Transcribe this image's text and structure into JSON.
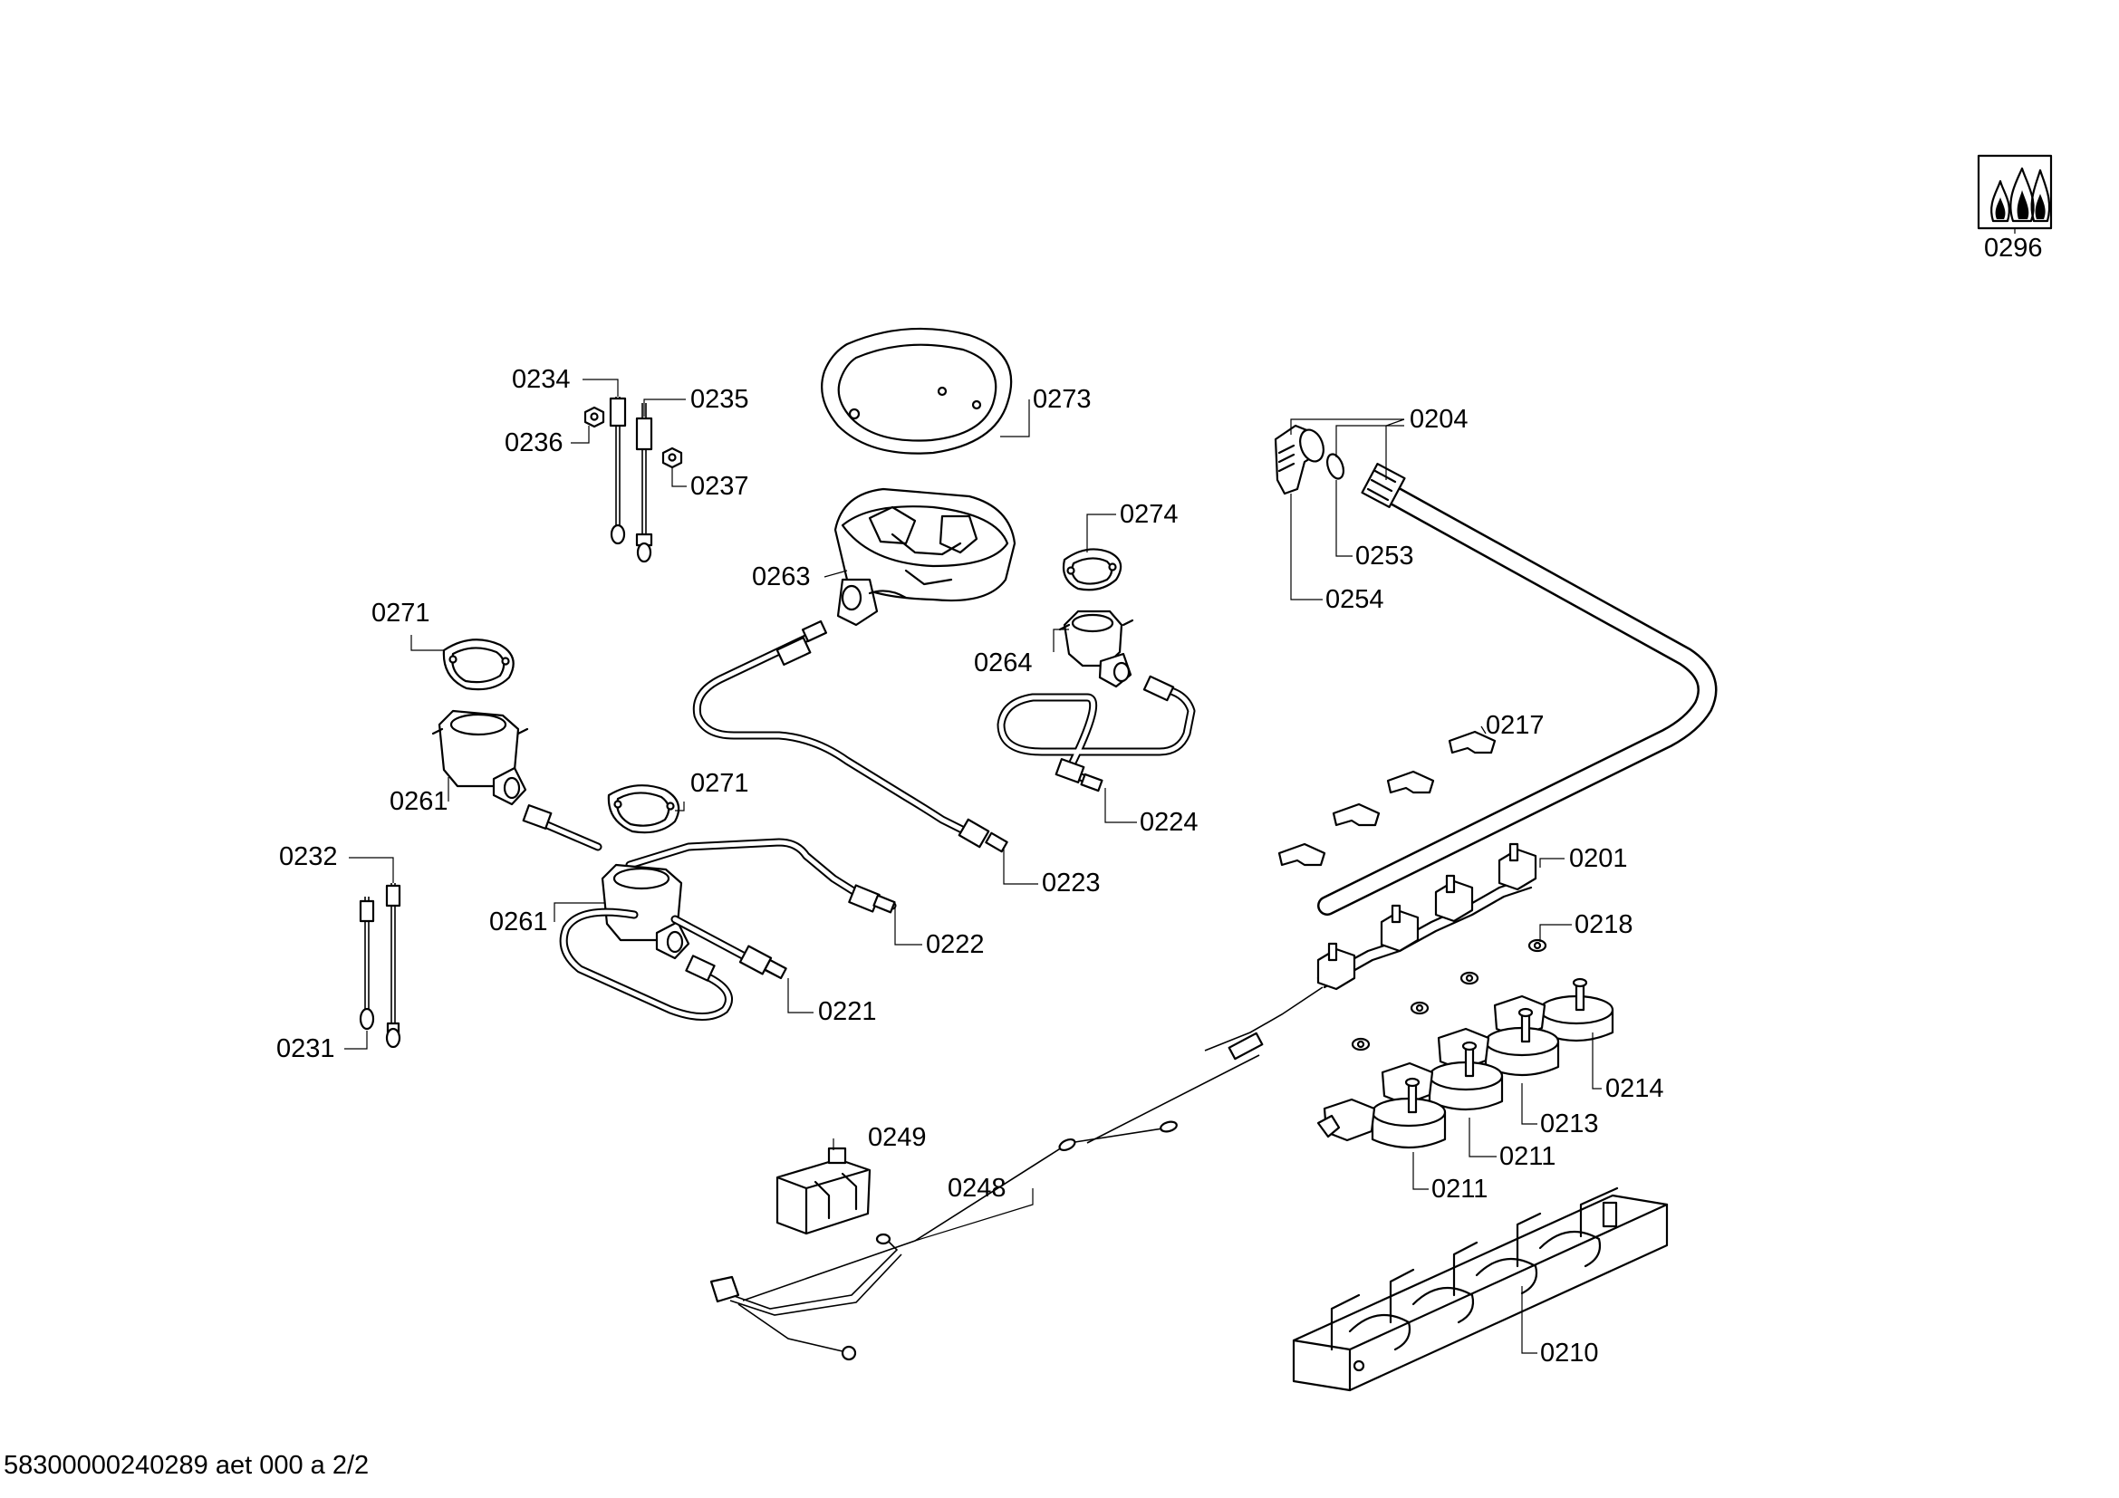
{
  "document_code": "58300000240289 aet 000 a 2/2",
  "parts": {
    "p0296": "0296",
    "p0234": "0234",
    "p0235": "0235",
    "p0236": "0236",
    "p0237": "0237",
    "p0273": "0273",
    "p0204": "0204",
    "p0274": "0274",
    "p0253": "0253",
    "p0263": "0263",
    "p0254": "0254",
    "p0271a": "0271",
    "p0264": "0264",
    "p0217": "0217",
    "p0271b": "0271",
    "p0261a": "0261",
    "p0224": "0224",
    "p0232": "0232",
    "p0201": "0201",
    "p0223": "0223",
    "p0261b": "0261",
    "p0218": "0218",
    "p0222": "0222",
    "p0221": "0221",
    "p0231": "0231",
    "p0214": "0214",
    "p0213": "0213",
    "p0249": "0249",
    "p0211a": "0211",
    "p0248": "0248",
    "p0211b": "0211",
    "p0210": "0210"
  }
}
